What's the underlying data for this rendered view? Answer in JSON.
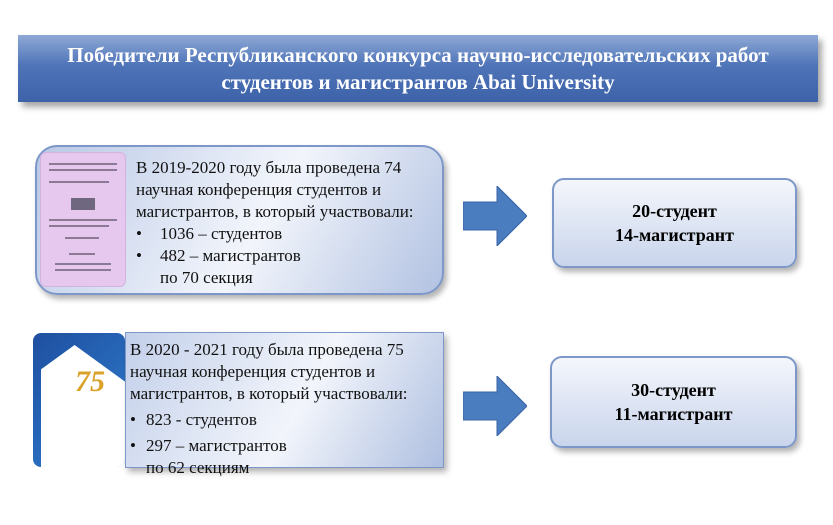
{
  "title": {
    "line1": "Победители Республиканского конкурса научно-исследовательских работ",
    "line2": "студентов и магистрантов Abai University"
  },
  "block1": {
    "line1": "В 2019-2020 году была проведена 74",
    "line2": "научная конференция студентов и",
    "line3": "магистрантов, в который участвовали:",
    "bullets": [
      "1036 – студентов",
      "482 – магистрантов"
    ],
    "sub": "по 70 секция",
    "result": {
      "line1": "20-студент",
      "line2": "14-магистрант"
    }
  },
  "block2": {
    "line1": "В 2020 - 2021 году была проведена 75",
    "line2": "научная конференция студентов и",
    "line3": "магистрантов, в который участвовали:",
    "bullets": [
      "823 - студентов",
      "297 – магистрантов"
    ],
    "sub": "по 62 секциям",
    "result": {
      "line1": "30-студент",
      "line2": "11-магистрант"
    },
    "cover_number": "75"
  },
  "colors": {
    "title": "#4f74b8",
    "arrow": "#4a7cc0"
  }
}
